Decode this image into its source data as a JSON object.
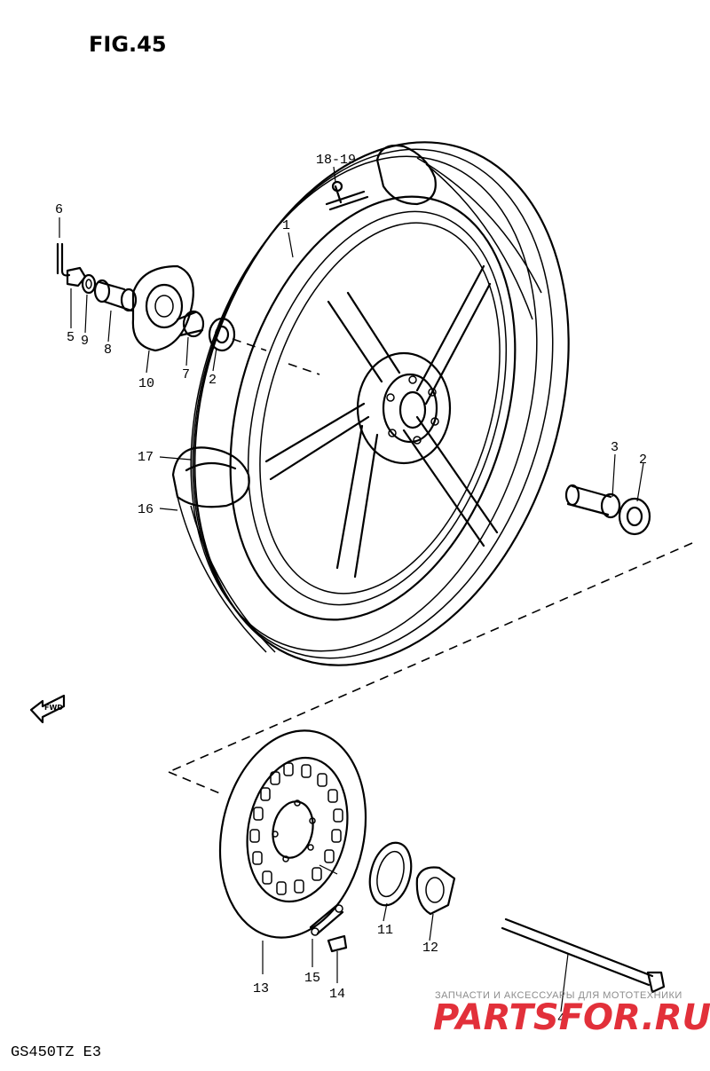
{
  "figure": {
    "title": "FIG.45",
    "model": "GS450TZ E3"
  },
  "callouts": {
    "c1": "1",
    "c2a": "2",
    "c2b": "2",
    "c3": "3",
    "c4": "4",
    "c5": "5",
    "c6": "6",
    "c7": "7",
    "c8": "8",
    "c9": "9",
    "c10": "10",
    "c11": "11",
    "c12": "12",
    "c13": "13",
    "c14": "14",
    "c15": "15",
    "c16": "16",
    "c17": "17",
    "c1819": "18-19"
  },
  "fwd_marker": "FWD",
  "watermark": {
    "tagline": "ЗАПЧАСТИ И АКСЕССУАРЫ ДЛЯ МОТОТЕХНИКИ",
    "brand": "PARTSFOR.RU",
    "colors": {
      "primary": "#e2303a",
      "secondary": "#b7b7b7"
    }
  }
}
